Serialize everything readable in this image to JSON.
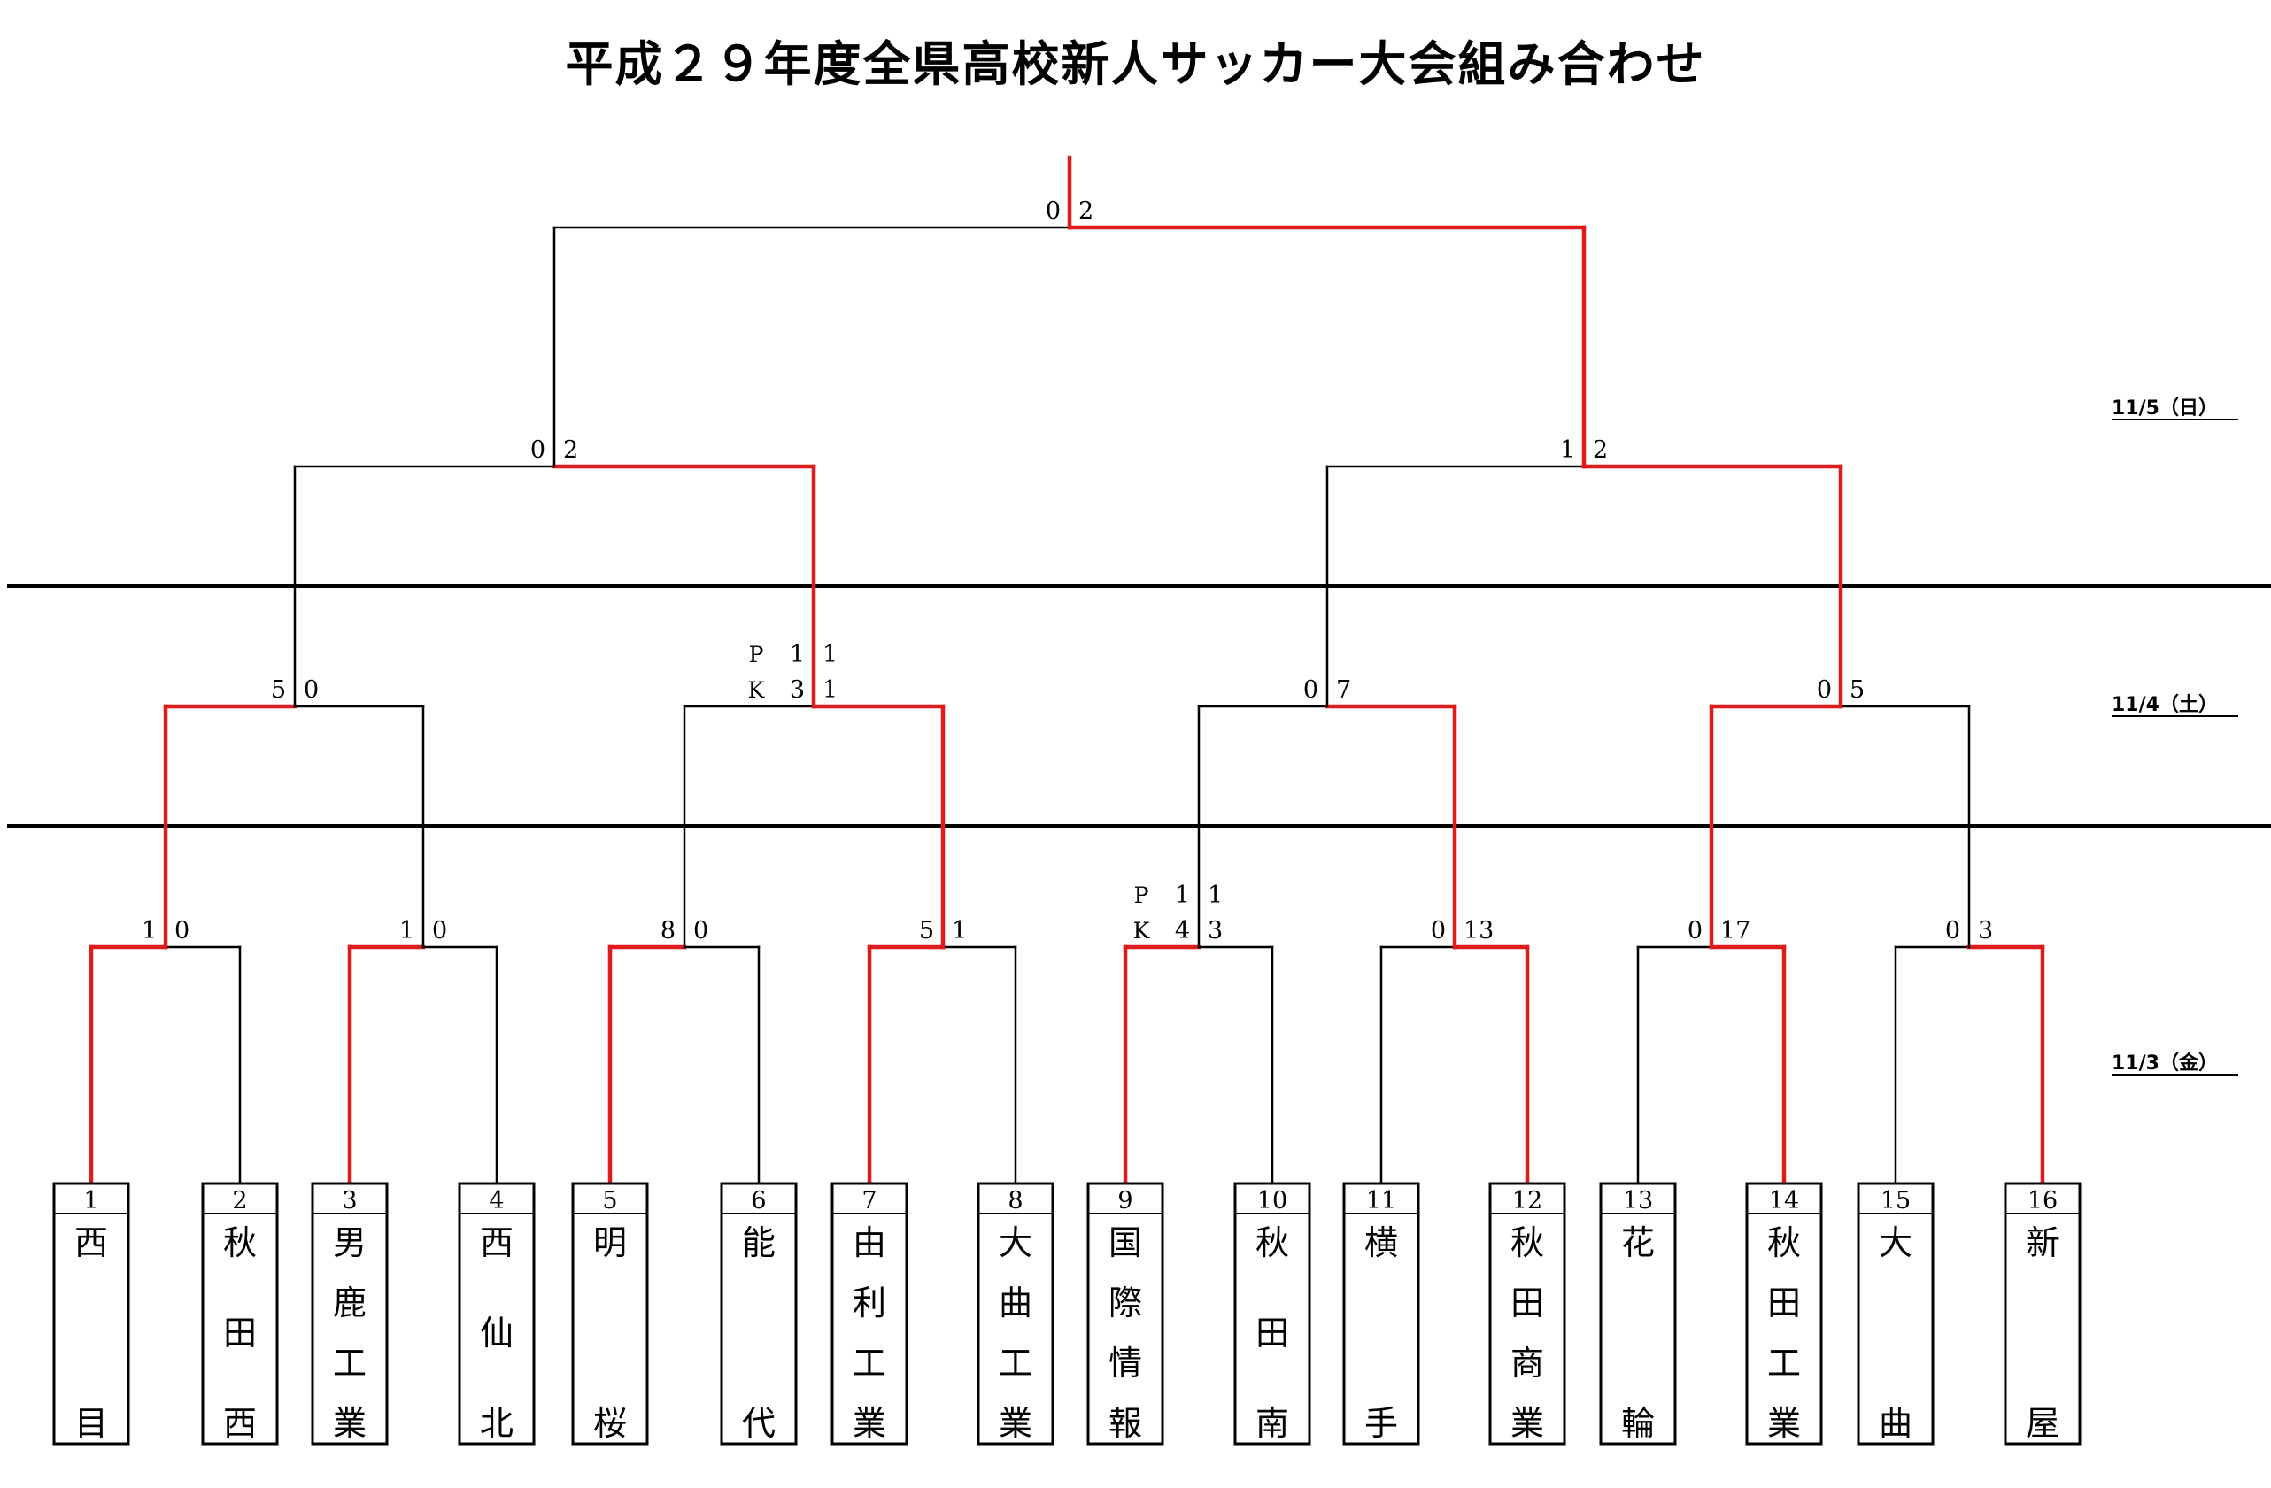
{
  "title": "平成２９年度全県高校新人サッカー大会組み合わせ",
  "colors": {
    "winner": "#e01b1b",
    "line": "#000000"
  },
  "dates": {
    "final": "11/5（日）",
    "qf": "11/4（土）",
    "r1": "11/3（金）"
  },
  "teams": [
    {
      "num": "1",
      "name": [
        "西",
        "目"
      ]
    },
    {
      "num": "2",
      "name": [
        "秋",
        "田",
        "西"
      ]
    },
    {
      "num": "3",
      "name": [
        "男",
        "鹿",
        "工",
        "業"
      ]
    },
    {
      "num": "4",
      "name": [
        "西",
        "仙",
        "北"
      ]
    },
    {
      "num": "5",
      "name": [
        "明",
        "桜"
      ]
    },
    {
      "num": "6",
      "name": [
        "能",
        "代"
      ]
    },
    {
      "num": "7",
      "name": [
        "由",
        "利",
        "工",
        "業"
      ]
    },
    {
      "num": "8",
      "name": [
        "大",
        "曲",
        "工",
        "業"
      ]
    },
    {
      "num": "9",
      "name": [
        "国",
        "際",
        "情",
        "報"
      ]
    },
    {
      "num": "10",
      "name": [
        "秋",
        "田",
        "南"
      ]
    },
    {
      "num": "11",
      "name": [
        "横",
        "手"
      ]
    },
    {
      "num": "12",
      "name": [
        "秋",
        "田",
        "商",
        "業"
      ]
    },
    {
      "num": "13",
      "name": [
        "花",
        "輪"
      ]
    },
    {
      "num": "14",
      "name": [
        "秋",
        "田",
        "工",
        "業"
      ]
    },
    {
      "num": "15",
      "name": [
        "大",
        "曲"
      ]
    },
    {
      "num": "16",
      "name": [
        "新",
        "屋"
      ]
    }
  ],
  "matches": [
    {
      "round": 1,
      "left_score": "1",
      "right_score": "0",
      "winner": "left"
    },
    {
      "round": 1,
      "left_score": "1",
      "right_score": "0",
      "winner": "left"
    },
    {
      "round": 1,
      "left_score": "8",
      "right_score": "0",
      "winner": "left"
    },
    {
      "round": 1,
      "left_score": "5",
      "right_score": "1",
      "winner": "left"
    },
    {
      "round": 1,
      "left_score": "1",
      "right_score": "1",
      "winner": "left",
      "pk_label": [
        "P",
        "K"
      ],
      "pk_left": "4",
      "pk_right": "3"
    },
    {
      "round": 1,
      "left_score": "0",
      "right_score": "13",
      "winner": "right"
    },
    {
      "round": 1,
      "left_score": "0",
      "right_score": "17",
      "winner": "right"
    },
    {
      "round": 1,
      "left_score": "0",
      "right_score": "3",
      "winner": "right"
    },
    {
      "round": 2,
      "left_score": "5",
      "right_score": "0",
      "winner": "left"
    },
    {
      "round": 2,
      "left_score": "1",
      "right_score": "1",
      "winner": "right",
      "pk_label": [
        "P",
        "K"
      ],
      "pk_left": "3",
      "pk_right": "1"
    },
    {
      "round": 2,
      "left_score": "0",
      "right_score": "7",
      "winner": "right"
    },
    {
      "round": 2,
      "left_score": "0",
      "right_score": "5",
      "winner": "left"
    },
    {
      "round": 3,
      "left_score": "0",
      "right_score": "2",
      "winner": "right"
    },
    {
      "round": 3,
      "left_score": "1",
      "right_score": "2",
      "winner": "right"
    },
    {
      "round": 4,
      "left_score": "0",
      "right_score": "2",
      "winner": "right"
    }
  ]
}
